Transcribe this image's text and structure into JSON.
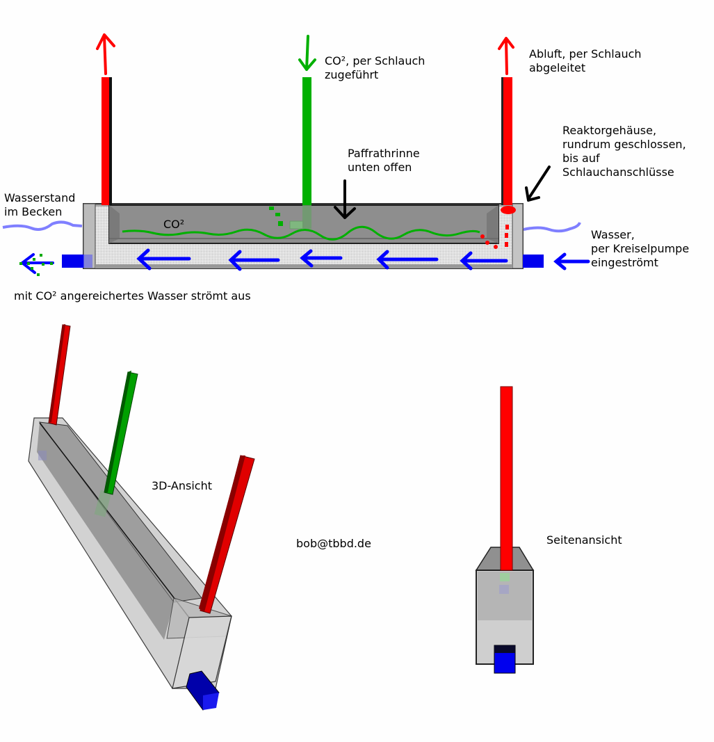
{
  "labels": {
    "co2_supply": "CO², per Schlauch\nzugeführt",
    "exhaust": "Abluft, per Schlauch\nabgeleitet",
    "housing": "Reaktorgehäuse,\nrundrum geschlossen,\nbis auf\nSchlauchanschlüsse",
    "gutter": "Paffrathrinne\nunten offen",
    "water_level": "Wasserstand\nim Becken",
    "co2_gas": "CO²",
    "water_in": "Wasser,\nper Kreiselpumpe\neingeströmt",
    "water_out": "mit CO² angereichertes Wasser strömt aus",
    "view_3d": "3D-Ansicht",
    "contact": "bob@tbbd.de",
    "view_side": "Seitenansicht"
  },
  "colors": {
    "exhaust_pipe": "#ff0000",
    "co2_pipe": "#00b000",
    "water_flow": "#0000ff",
    "water_level": "#7f7fff",
    "housing": "#a8a8a8",
    "gutter": "#8f8f8f",
    "water": "#e2e2e2"
  }
}
